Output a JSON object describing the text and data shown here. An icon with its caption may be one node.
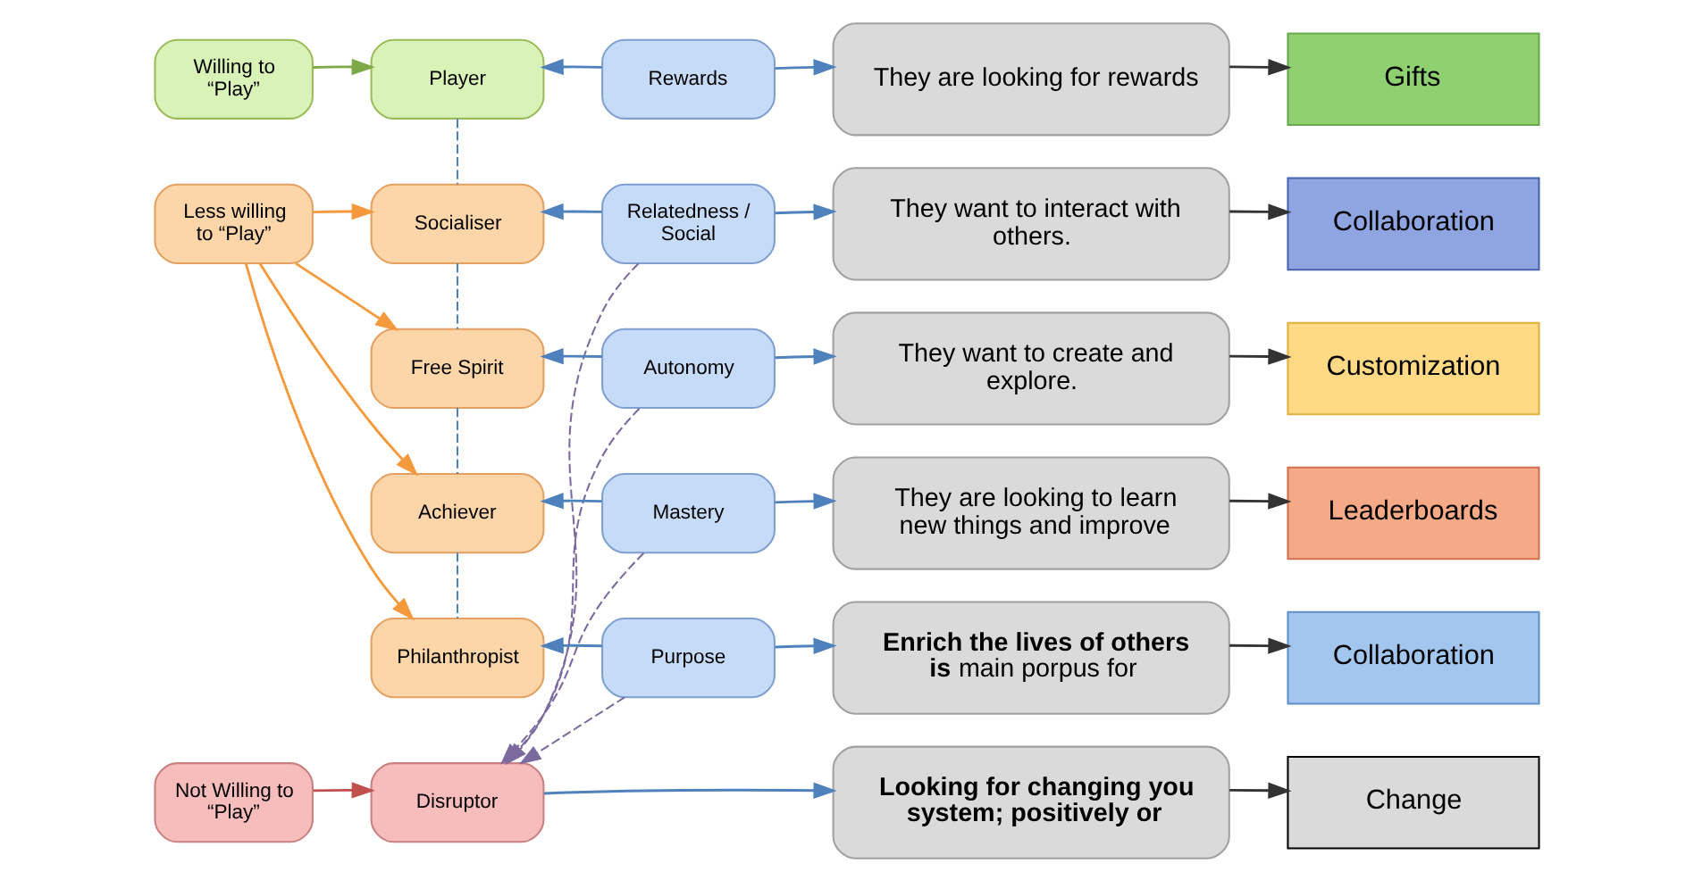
{
  "diagram": {
    "nodes": [
      {
        "text": [
          "Willing to “Play”"
        ]
      },
      {
        "text": [
          "Player"
        ]
      },
      {
        "text": [
          "Rewards"
        ]
      },
      {
        "text": [
          "They are looking for rewards"
        ]
      },
      {
        "text": [
          "Gifts"
        ]
      },
      {
        "text": [
          "Less willing to “Play”"
        ]
      },
      {
        "text": [
          "Socialiser"
        ]
      },
      {
        "text": [
          "Relatedness / Social"
        ]
      },
      {
        "text": [
          "They want to interact with others."
        ]
      },
      {
        "text": [
          "Collaboration"
        ]
      },
      {
        "text": [
          "Free Spirit"
        ]
      },
      {
        "text": [
          "Autonomy"
        ]
      },
      {
        "text": [
          "They want to create and explore."
        ]
      },
      {
        "text": [
          "Customization"
        ]
      },
      {
        "text": [
          "Achiever"
        ]
      },
      {
        "text": [
          "Mastery"
        ]
      },
      {
        "text": [
          "They are looking to learn new things and improve"
        ]
      },
      {
        "text": [
          "Leaderboards"
        ]
      },
      {
        "text": [
          "Philanthropist"
        ]
      },
      {
        "text": [
          "Purpose"
        ]
      },
      {
        "text": [
          "**Enrich the lives of others is** main porpus for"
        ]
      },
      {
        "text": [
          "Collaboration"
        ]
      },
      {
        "text": [
          "Not Willing to “Play”"
        ]
      },
      {
        "text": [
          "Disruptor"
        ]
      },
      {
        "text": [
          "Looking for changing you system; positively or"
        ]
      },
      {
        "text": [
          "Change"
        ]
      }
    ],
    "edges": [
      {
        "from": 0,
        "to": 1,
        "arrow": "to",
        "color": "#7fa848"
      },
      {
        "from": 2,
        "to": 1,
        "arrow": "to",
        "color": "#4f81bd"
      },
      {
        "from": 2,
        "to": 3,
        "arrow": "to",
        "color": "#4f81bd"
      },
      {
        "from": 3,
        "to": 4,
        "arrow": "to",
        "color": "#333333"
      },
      {
        "from": 5,
        "to": 6,
        "arrow": "to",
        "color": "#f59a3c"
      },
      {
        "from": 5,
        "to": 10,
        "arrow": "to",
        "color": "#f59a3c"
      },
      {
        "from": 5,
        "to": 14,
        "arrow": "to",
        "color": "#f59a3c"
      },
      {
        "from": 5,
        "to": 18,
        "arrow": "to",
        "color": "#f59a3c"
      },
      {
        "from": 7,
        "to": 6,
        "arrow": "to",
        "color": "#4f81bd"
      },
      {
        "from": 7,
        "to": 8,
        "arrow": "to",
        "color": "#4f81bd"
      },
      {
        "from": 8,
        "to": 9,
        "arrow": "to",
        "color": "#333333"
      },
      {
        "from": 11,
        "to": 10,
        "arrow": "to",
        "color": "#4f81bd"
      },
      {
        "from": 11,
        "to": 12,
        "arrow": "to",
        "color": "#4f81bd"
      },
      {
        "from": 12,
        "to": 13,
        "arrow": "to",
        "color": "#333333"
      },
      {
        "from": 15,
        "to": 14,
        "arrow": "to",
        "color": "#4f81bd"
      },
      {
        "from": 15,
        "to": 16,
        "arrow": "to",
        "color": "#4f81bd"
      },
      {
        "from": 16,
        "to": 17,
        "arrow": "to",
        "color": "#333333"
      },
      {
        "from": 19,
        "to": 18,
        "arrow": "to",
        "color": "#4f81bd"
      },
      {
        "from": 19,
        "to": 20,
        "arrow": "to",
        "color": "#4f81bd"
      },
      {
        "from": 20,
        "to": 21,
        "arrow": "to",
        "color": "#333333"
      },
      {
        "from": 22,
        "to": 23,
        "arrow": "to",
        "color": "#c0504d"
      },
      {
        "from": 23,
        "to": 24,
        "arrow": "to",
        "color": "#4f81bd"
      },
      {
        "from": 24,
        "to": 25,
        "arrow": "to",
        "color": "#333333"
      },
      {
        "from": 1,
        "to": 6,
        "arrow": "none",
        "style": "dashed",
        "color": "#4f81bd"
      },
      {
        "from": 6,
        "to": 10,
        "arrow": "none",
        "style": "dashed",
        "color": "#4f81bd"
      },
      {
        "from": 10,
        "to": 14,
        "arrow": "none",
        "style": "dashed",
        "color": "#4f81bd"
      },
      {
        "from": 14,
        "to": 18,
        "arrow": "none",
        "style": "dashed",
        "color": "#4f81bd"
      },
      {
        "from": 7,
        "to": 23,
        "arrow": "to",
        "style": "dashed",
        "color": "#7b6a9e"
      },
      {
        "from": 11,
        "to": 23,
        "arrow": "to",
        "style": "dashed",
        "color": "#7b6a9e"
      },
      {
        "from": 15,
        "to": 23,
        "arrow": "to",
        "style": "dashed",
        "color": "#7b6a9e"
      },
      {
        "from": 19,
        "to": 23,
        "arrow": "to",
        "style": "dashed",
        "color": "#7b6a9e"
      }
    ]
  }
}
